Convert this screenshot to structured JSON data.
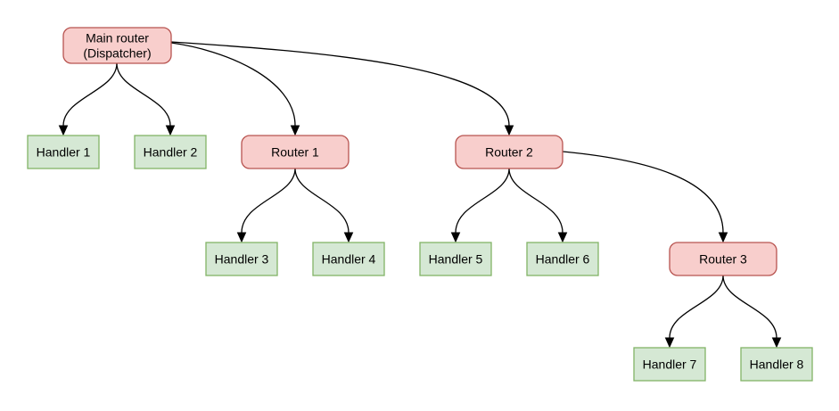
{
  "diagram": {
    "type": "flowchart-tree",
    "colors": {
      "background": "#ffffff",
      "router_fill": "#f8cecc",
      "router_stroke": "#b85450",
      "handler_fill": "#d5e8d4",
      "handler_stroke": "#82b366",
      "edge": "#000000",
      "text": "#000000"
    },
    "nodes": {
      "main_router": {
        "line1": "Main router",
        "line2": "(Dispatcher)",
        "kind": "router"
      },
      "handler1": {
        "label": "Handler 1",
        "kind": "handler"
      },
      "handler2": {
        "label": "Handler 2",
        "kind": "handler"
      },
      "router1": {
        "label": "Router 1",
        "kind": "router"
      },
      "router2": {
        "label": "Router 2",
        "kind": "router"
      },
      "handler3": {
        "label": "Handler 3",
        "kind": "handler"
      },
      "handler4": {
        "label": "Handler 4",
        "kind": "handler"
      },
      "handler5": {
        "label": "Handler 5",
        "kind": "handler"
      },
      "handler6": {
        "label": "Handler 6",
        "kind": "handler"
      },
      "router3": {
        "label": "Router 3",
        "kind": "router"
      },
      "handler7": {
        "label": "Handler 7",
        "kind": "handler"
      },
      "handler8": {
        "label": "Handler 8",
        "kind": "handler"
      }
    },
    "edges": [
      {
        "from": "main_router",
        "to": "handler1"
      },
      {
        "from": "main_router",
        "to": "handler2"
      },
      {
        "from": "main_router",
        "to": "router1"
      },
      {
        "from": "main_router",
        "to": "router2"
      },
      {
        "from": "router1",
        "to": "handler3"
      },
      {
        "from": "router1",
        "to": "handler4"
      },
      {
        "from": "router2",
        "to": "handler5"
      },
      {
        "from": "router2",
        "to": "handler6"
      },
      {
        "from": "router2",
        "to": "router3"
      },
      {
        "from": "router3",
        "to": "handler7"
      },
      {
        "from": "router3",
        "to": "handler8"
      }
    ]
  }
}
